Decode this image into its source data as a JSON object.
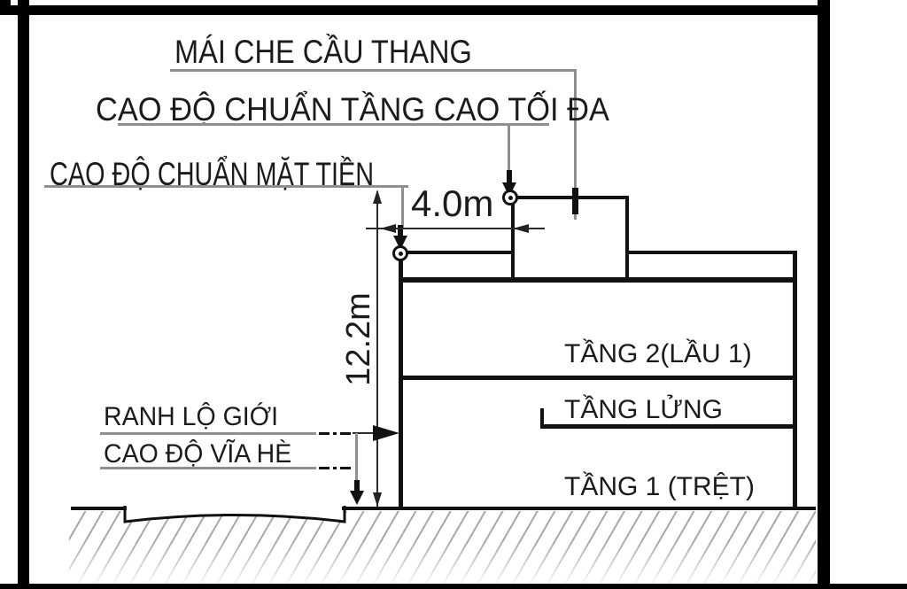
{
  "diagram": {
    "title_labels": {
      "stair_roof": "MÁI CHE CẦU THANG",
      "max_height_datum": "CAO ĐỘ CHUẨN TẦNG CAO TỐI ĐA",
      "facade_datum": "CAO ĐỘ CHUẨN MẶT TIỀN"
    },
    "left_labels": {
      "road_boundary": "RANH LỘ GIỚI",
      "sidewalk_level": "CAO ĐỘ VĨA HÈ"
    },
    "floors": [
      {
        "label": "TẦNG 2(LẦU 1)"
      },
      {
        "label": "TẦNG LỬNG"
      },
      {
        "label": "TẦNG 1 (TRỆT)"
      }
    ],
    "dimensions": {
      "setback": "4.0m",
      "height": "12.2m"
    },
    "colors": {
      "line": "#111111",
      "leader_gray": "#8f8f8f",
      "hatch_gray": "#a8a8a8",
      "frame_black": "#000000"
    }
  }
}
